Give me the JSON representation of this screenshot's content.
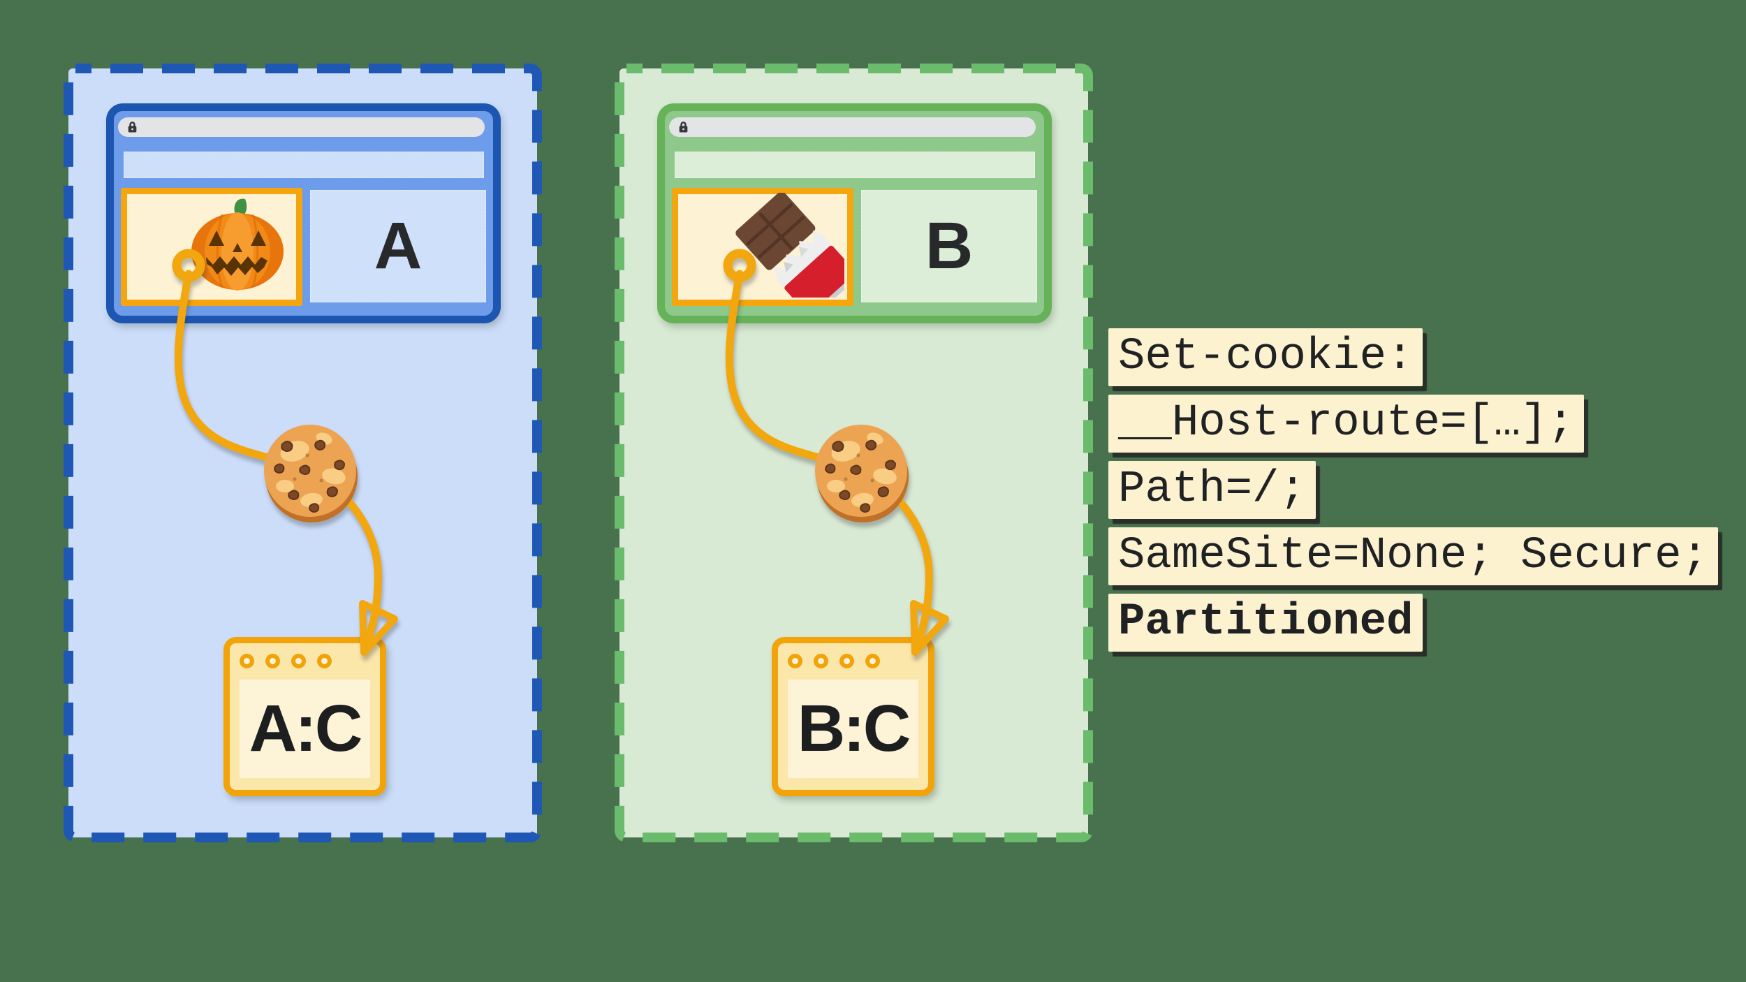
{
  "diagram_title": "partitioned-cookies-per-top-site",
  "colors": {
    "background": "#48714e",
    "site_a_dash": "#1f58b4",
    "site_a_fill": "#ccddfa",
    "site_a_window_border": "#1d56b0",
    "site_a_window_fill": "#6d9ceb",
    "site_a_content": "#cfe0fb",
    "site_b_dash": "#6abb6b",
    "site_b_fill": "#d8e9d4",
    "site_b_window_border": "#66b258",
    "site_b_window_fill": "#8ec88a",
    "site_b_content": "#dcedd8",
    "iframe_border": "#f5a50e",
    "iframe_fill": "#fdf3d4",
    "thread": "#f2a70e",
    "jar_border": "#f2a30a",
    "jar_fill": "#fce7ab",
    "jar_inner": "#fdf4d8",
    "address_bar": "#e3e4e6",
    "code_bg": "#fdf2d0",
    "code_text": "#1f2123",
    "letter_color": "#28292b"
  },
  "panels": [
    {
      "site_letter": "A",
      "iframe_icon": "jack-o-lantern",
      "cookie_jar_label": "A:C"
    },
    {
      "site_letter": "B",
      "iframe_icon": "chocolate-bar",
      "cookie_jar_label": "B:C"
    }
  ],
  "code_annotation": {
    "lines": [
      "Set-cookie:",
      "__Host-route=[…];",
      "Path=/;",
      "SameSite=None; Secure;",
      "Partitioned"
    ],
    "bold_last_line": true
  }
}
